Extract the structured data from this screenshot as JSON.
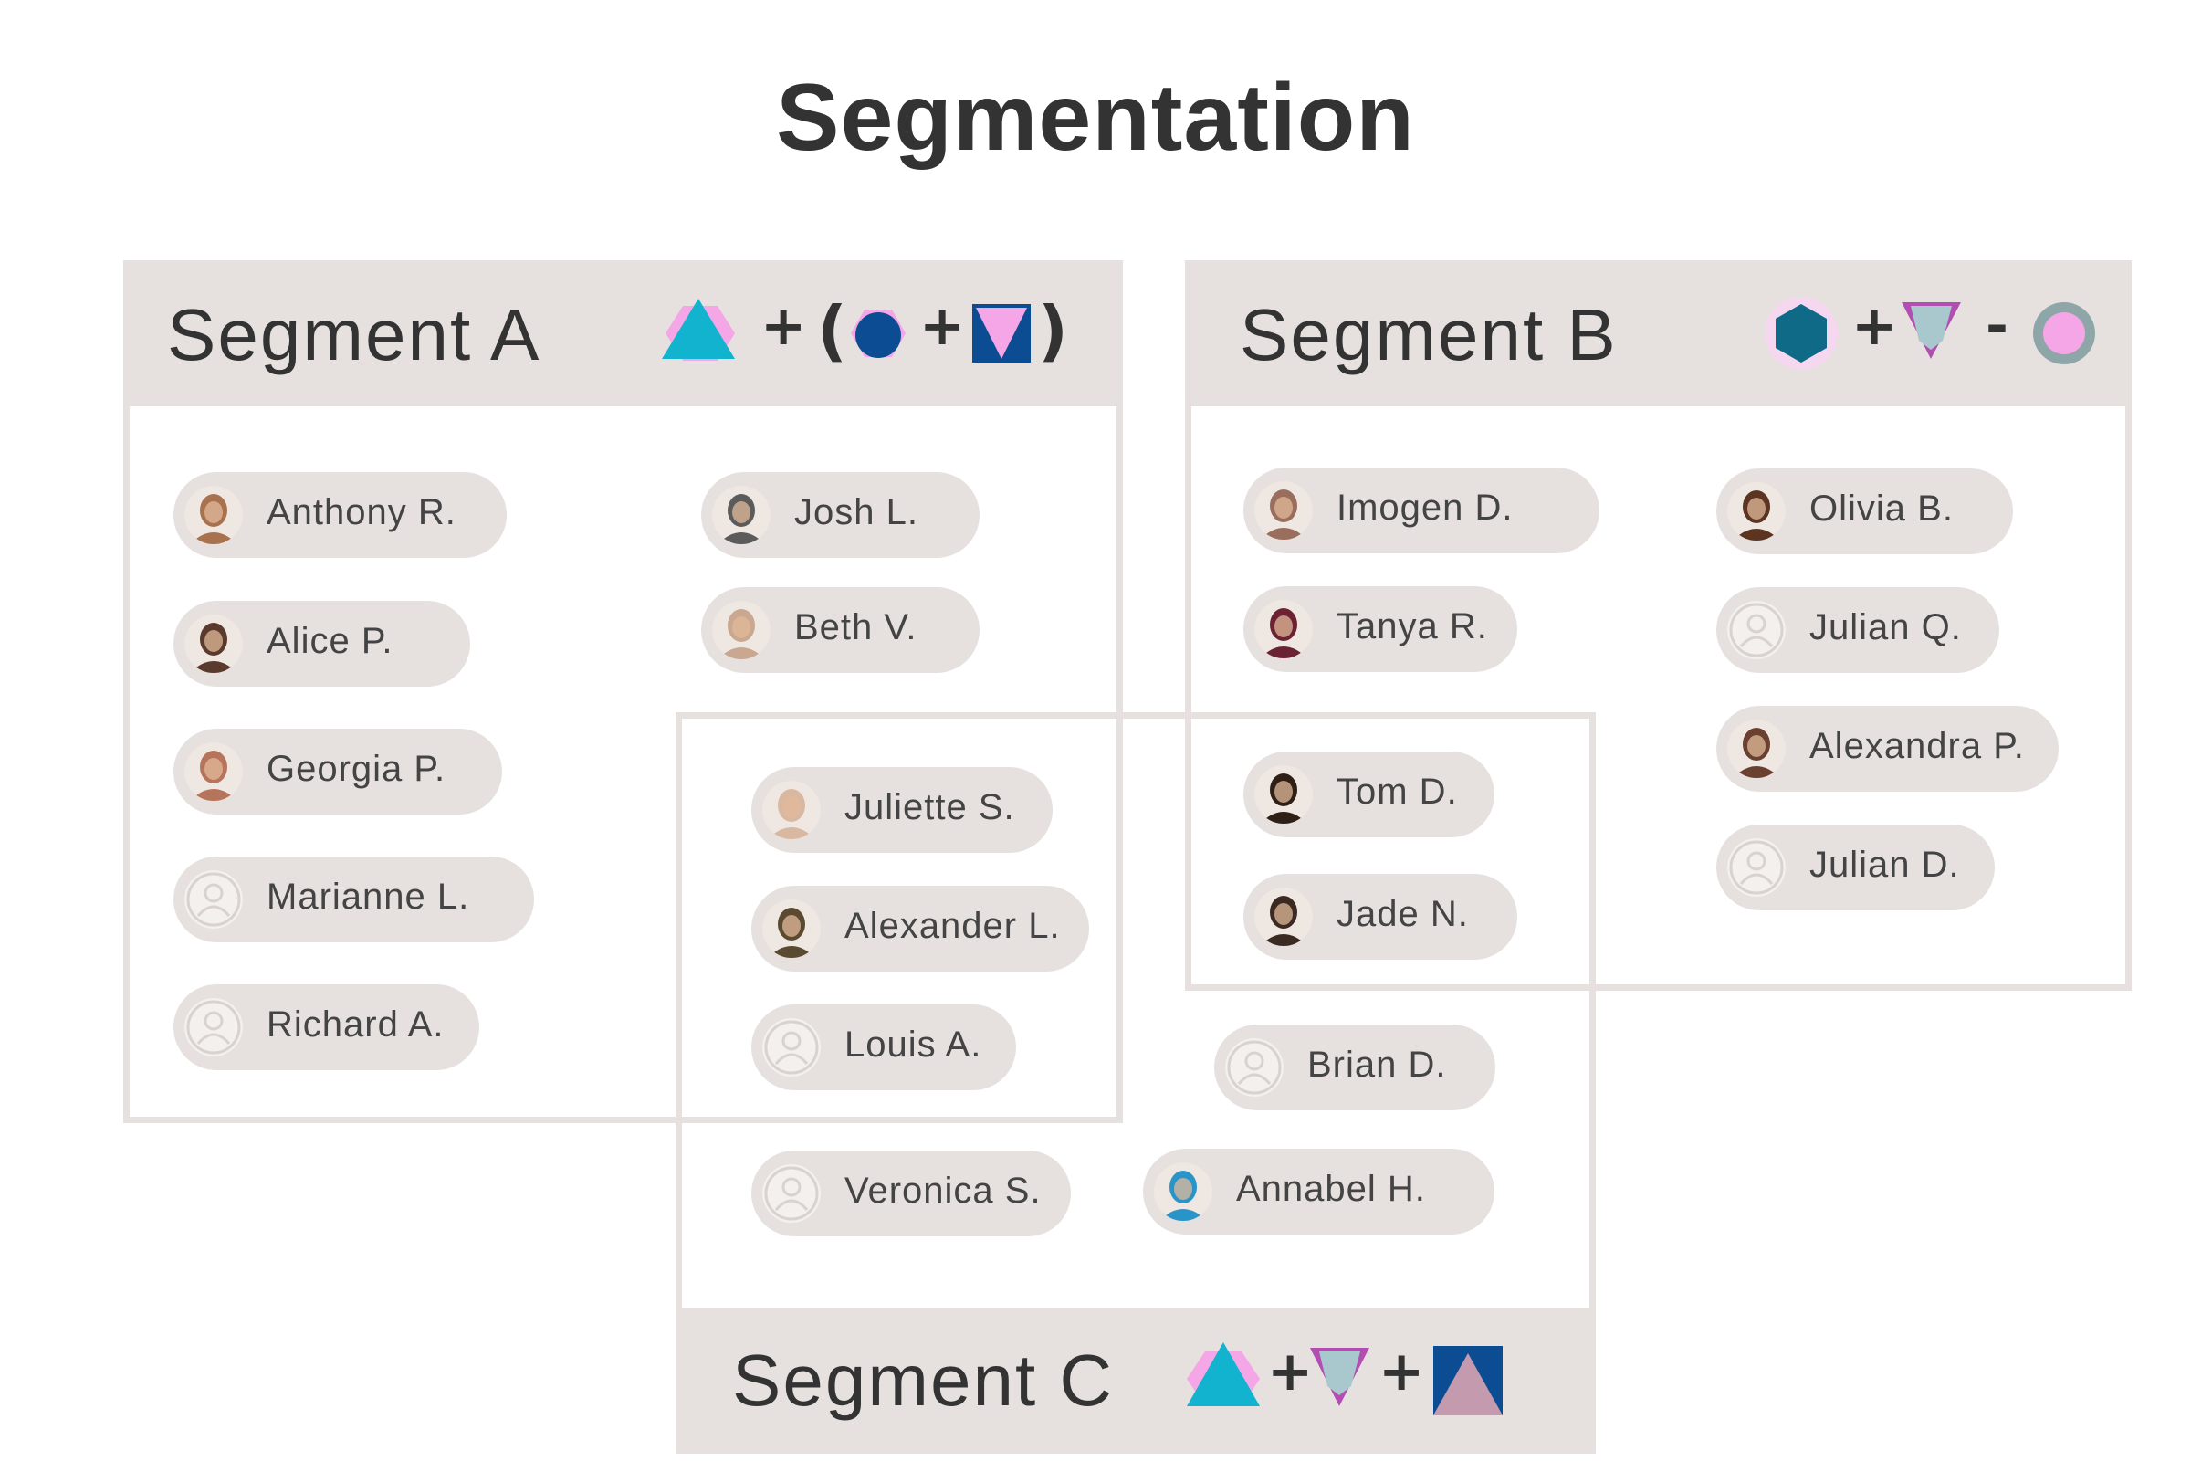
{
  "page_title": "Segmentation",
  "segments": {
    "a": {
      "title": "Segment A"
    },
    "b": {
      "title": "Segment B"
    },
    "c": {
      "title": "Segment C"
    }
  },
  "symbols": {
    "plus": "+",
    "minus": "-",
    "open_paren": "(",
    "close_paren": ")"
  },
  "colors": {
    "box_border": "#e6e1de",
    "header_bg": "#e6e1de",
    "chip_bg": "#e6e1de",
    "cyan": "#11b3cf",
    "navy": "#0b4c93",
    "pink": "#f5a6e6",
    "magenta": "#b24eb2",
    "teal": "#0e6a87",
    "light_blue": "#a9c8ce",
    "grey": "#8ea6a8"
  },
  "people": {
    "anthony": "Anthony R.",
    "alice": "Alice P.",
    "georgia": "Georgia P.",
    "marianne": "Marianne L.",
    "richard": "Richard A.",
    "josh": "Josh L.",
    "beth": "Beth V.",
    "juliette": "Juliette S.",
    "alexander": "Alexander L.",
    "louis": "Louis A.",
    "veronica": "Veronica S.",
    "imogen": "Imogen D.",
    "tanya": "Tanya R.",
    "tom": "Tom D.",
    "jade": "Jade N.",
    "olivia": "Olivia B.",
    "julian_q": "Julian Q.",
    "alexandra": "Alexandra P.",
    "julian_d": "Julian D.",
    "brian": "Brian D.",
    "annabel": "Annabel H."
  }
}
